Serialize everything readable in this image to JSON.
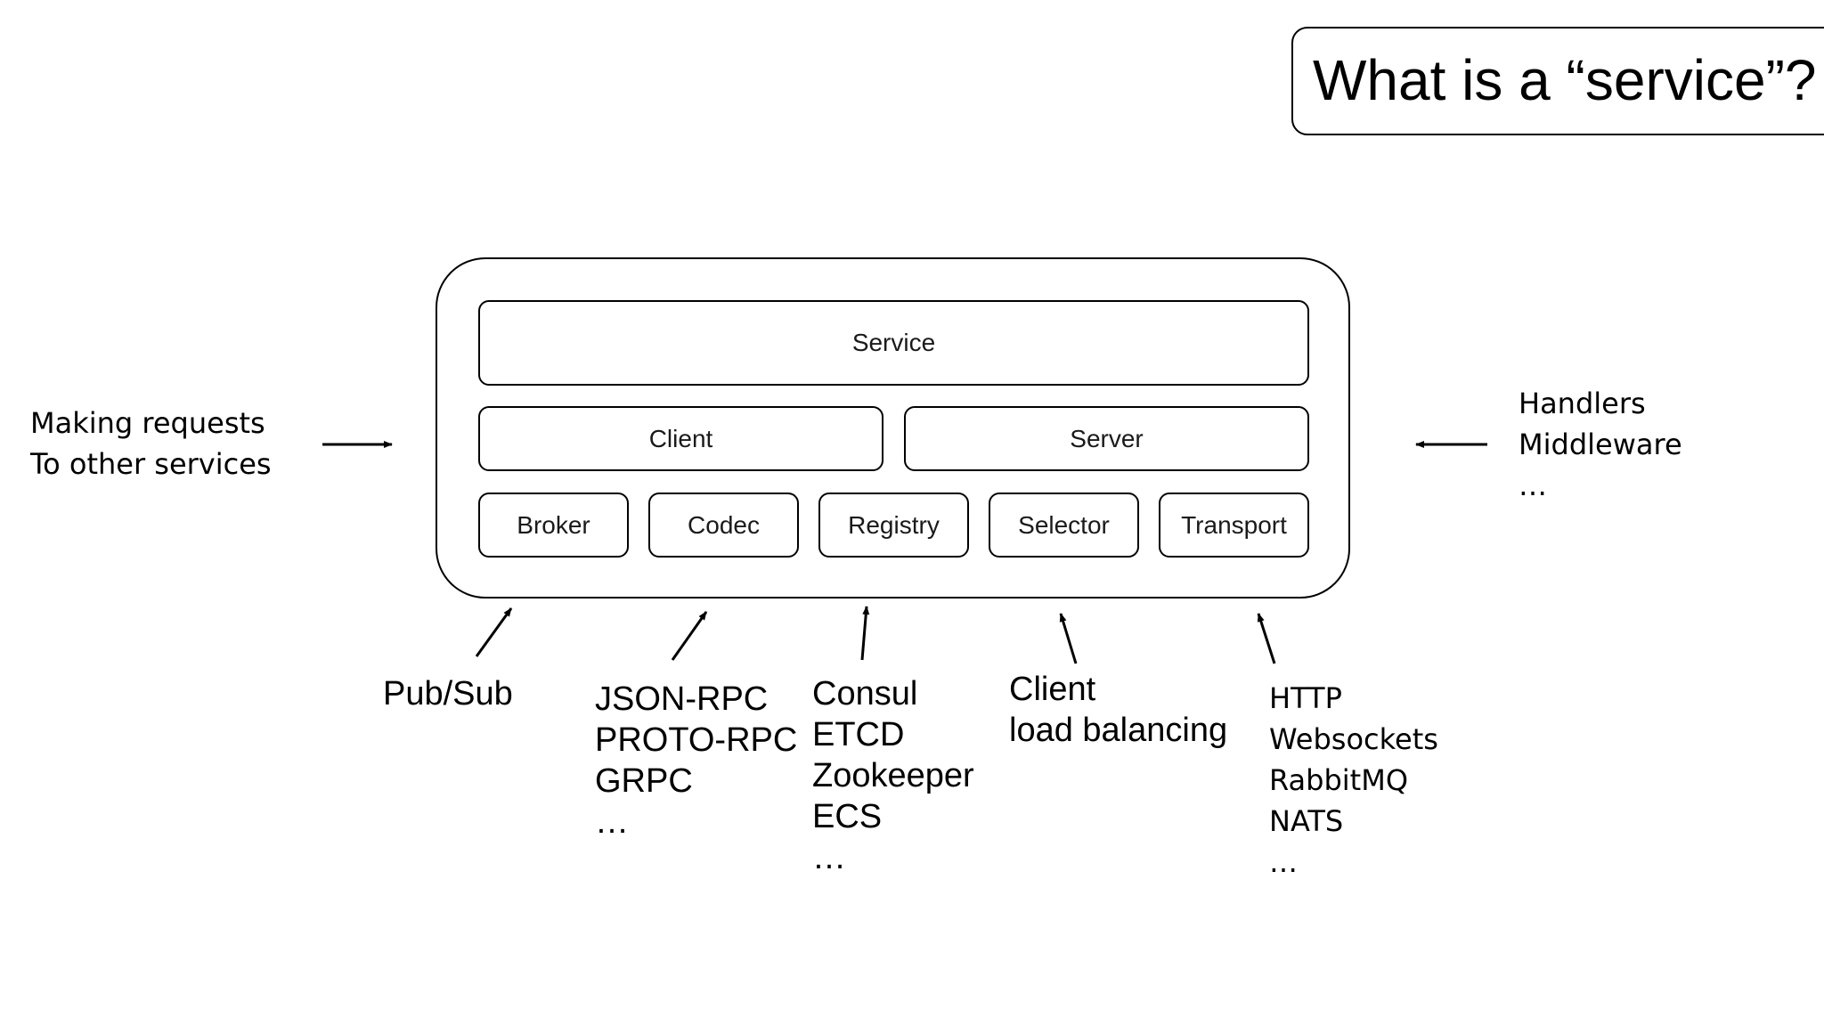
{
  "title": "What is a “service”?",
  "components": {
    "service": "Service",
    "client": "Client",
    "server": "Server",
    "broker": "Broker",
    "codec": "Codec",
    "registry": "Registry",
    "selector": "Selector",
    "transport": "Transport"
  },
  "left_note": {
    "lines": [
      "Making requests",
      "To other services"
    ]
  },
  "right_note": {
    "lines": [
      "Handlers",
      "Middleware",
      "…"
    ]
  },
  "annotations": {
    "broker": [
      "Pub/Sub"
    ],
    "codec": [
      "JSON-RPC",
      "PROTO-RPC",
      "GRPC",
      "…"
    ],
    "registry": [
      "Consul",
      "ETCD",
      "Zookeeper",
      "ECS",
      "…"
    ],
    "selector": [
      "Client",
      "load balancing"
    ],
    "transport": [
      "HTTP",
      "Websockets",
      "RabbitMQ",
      "NATS",
      "…"
    ]
  }
}
